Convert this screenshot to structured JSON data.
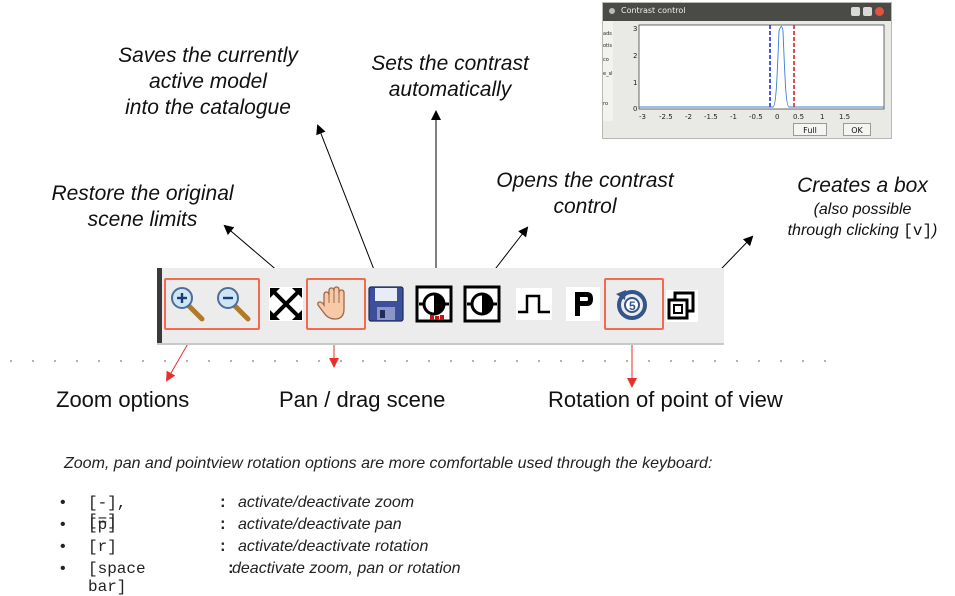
{
  "annotations": {
    "save_model": [
      "Saves the currently",
      "active model",
      "into the catalogue"
    ],
    "auto_contrast": [
      "Sets the contrast",
      "automatically"
    ],
    "restore_limits": [
      "Restore the original",
      "scene limits"
    ],
    "contrast_control": [
      "Opens the contrast",
      "control"
    ],
    "create_box_title": "Creates a box",
    "create_box_sub1": "(also possible",
    "create_box_sub2_pre": "through clicking ",
    "create_box_sub2_key": "[v]",
    "create_box_sub2_post": ")"
  },
  "labels": {
    "zoom": "Zoom options",
    "pan": "Pan / drag scene",
    "rotation": "Rotation of point of view"
  },
  "dialog": {
    "title": "Contrast control",
    "full_button": "Full",
    "ok_button": "OK",
    "y_ticks": [
      "3",
      "2",
      "1",
      "0"
    ],
    "x_ticks": [
      "-3",
      "-2.5",
      "-2",
      "-1.5",
      "-1",
      "-0.5",
      "0",
      "0.5",
      "1",
      "1.5"
    ],
    "side_labels": [
      "ads",
      "otis",
      "co",
      "e_sl",
      "ro"
    ]
  },
  "toolbar": {
    "icons": [
      "zoom-in-icon",
      "zoom-out-icon",
      "restore-limits-icon",
      "pan-hand-icon",
      "save-model-icon",
      "auto-contrast-icon",
      "contrast-control-icon",
      "pulse-icon",
      "p-icon",
      "rotate-icon",
      "box-icon"
    ]
  },
  "keyboard": {
    "intro": "Zoom, pan and pointview rotation options are more comfortable used through the keyboard:",
    "rows": [
      {
        "bullet": "•",
        "key": "[-], [=]",
        "colon": ":",
        "desc": "activate/deactivate zoom"
      },
      {
        "bullet": "•",
        "key": "[p]",
        "colon": ":",
        "desc": "activate/deactivate pan"
      },
      {
        "bullet": "•",
        "key": "[r]",
        "colon": ":",
        "desc": "activate/deactivate rotation"
      },
      {
        "bullet": "•",
        "key": "[space bar]",
        "colon": ":",
        "desc": "deactivate zoom, pan or rotation"
      }
    ]
  },
  "colors": {
    "accent_box": "#f36a4e",
    "arrow_red": "#e8302a",
    "arrow_black": "#000000",
    "plot_blue_line": "#1a2ee0",
    "plot_red_line": "#e02020",
    "plot_curve": "#3a7fd0"
  }
}
